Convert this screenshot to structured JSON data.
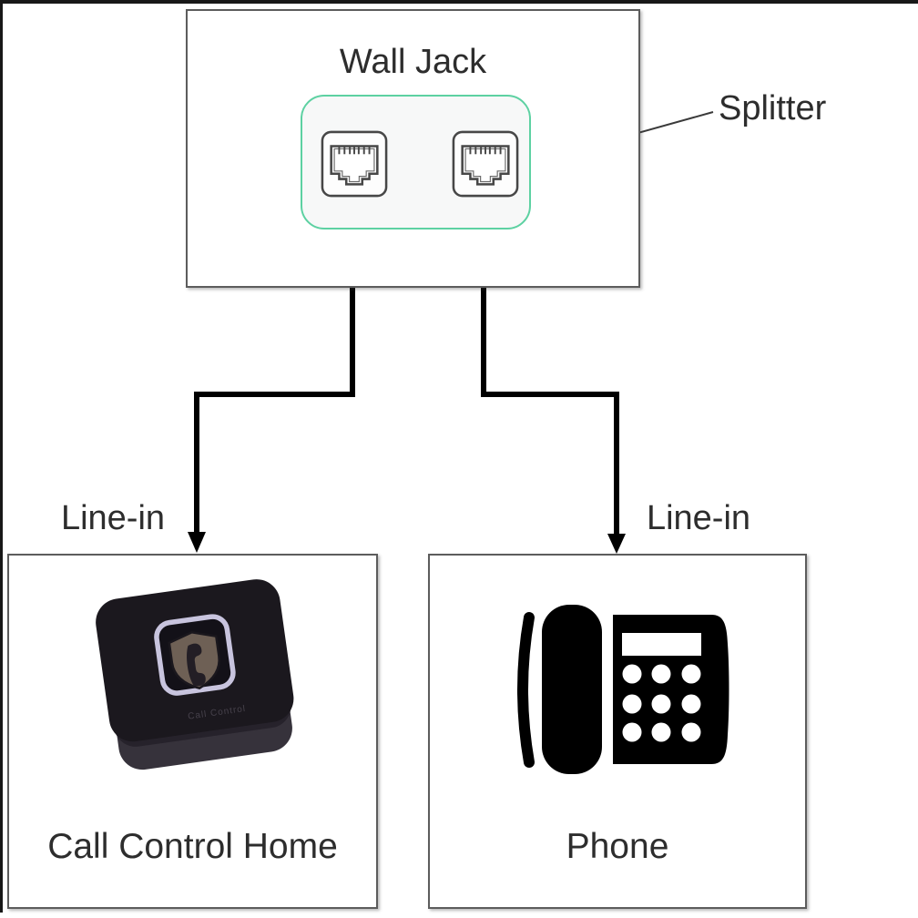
{
  "labels": {
    "wall_jack": "Wall Jack",
    "splitter": "Splitter",
    "device_left": "Call Control Home",
    "device_right": "Phone",
    "device_engraving": "Call Control"
  },
  "connections": [
    {
      "from": "splitter-port-left",
      "to": "Call Control Home",
      "label": "Line-in"
    },
    {
      "from": "splitter-port-right",
      "to": "Phone",
      "label": "Line-in"
    }
  ],
  "icons": {
    "splitter_port_left": "rj11-jack-icon",
    "splitter_port_right": "rj11-jack-icon",
    "device_left": "call-control-home-device-photo",
    "device_right": "desk-phone-icon"
  },
  "colors": {
    "splitter_border": "#5dd1a2",
    "splitter_fill": "#f7f8f8",
    "box_border": "#5c5c5c",
    "connector": "#000000",
    "leader_line": "#3a3a3a",
    "text": "#2d2d2d",
    "device_ring": "#c8c4de",
    "edge_bar": "#181818"
  }
}
